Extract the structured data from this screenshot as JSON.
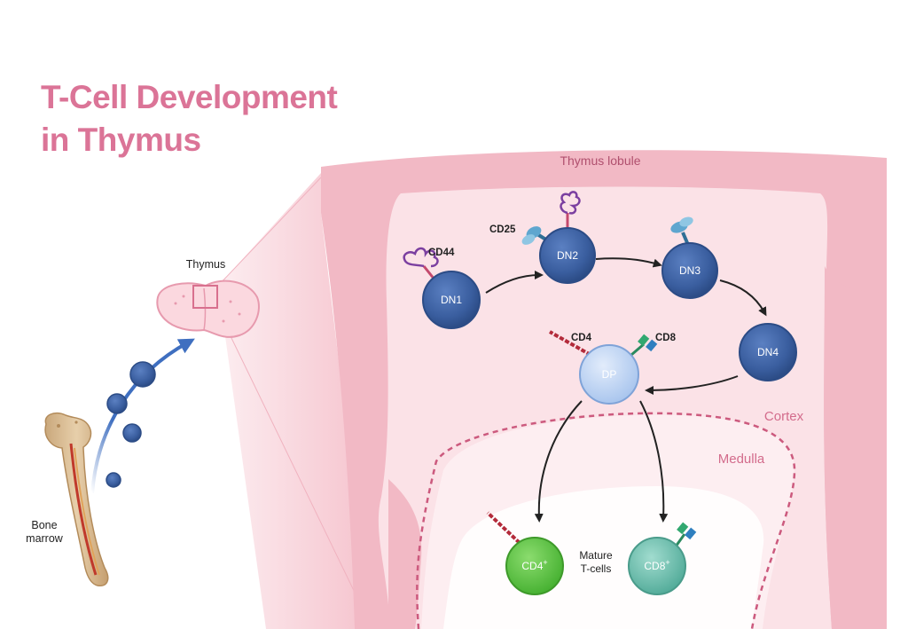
{
  "title": {
    "line1": "T-Cell Development",
    "line2": "in Thymus"
  },
  "labels": {
    "thymus": "Thymus",
    "thymus_lobule": "Thymus lobule",
    "bone_marrow_line1": "Bone",
    "bone_marrow_line2": "marrow",
    "cortex": "Cortex",
    "medulla": "Medulla",
    "mature_line1": "Mature",
    "mature_line2": "T-cells"
  },
  "markers": {
    "cd44": "CD44",
    "cd25": "CD25",
    "cd4": "CD4",
    "cd8": "CD8"
  },
  "cells": {
    "dn1": "DN1",
    "dn2": "DN2",
    "dn3": "DN3",
    "dn4": "DN4",
    "dp": "DP",
    "cd4_base": "CD4",
    "cd4_sup": "+",
    "cd8_base": "CD8",
    "cd8_sup": "+"
  },
  "colors": {
    "title": "#db7497",
    "dn_cell": "#3a5e9f",
    "dp_cell": "#b9d0f0",
    "cd4_cell": "#5ec648",
    "cd8_cell": "#6fc1b0",
    "tissue": "#f2b8c4",
    "label_pink": "#d36c8c"
  }
}
